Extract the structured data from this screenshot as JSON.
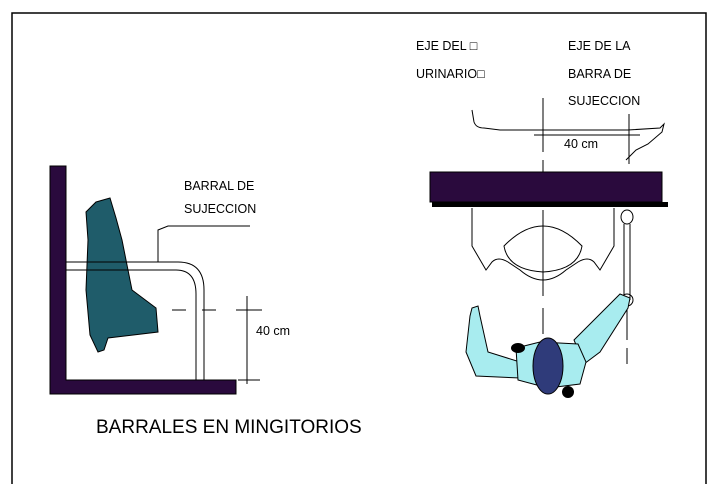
{
  "labels": {
    "barral_line1": "BARRAL DE",
    "barral_line2": "SUJECCION",
    "height_left": "40 cm",
    "eje_urinario_line1": "EJE DEL □",
    "eje_urinario_line2": "URINARIO□",
    "eje_barra_line1": "EJE DE LA",
    "eje_barra_line2": "BARRA DE",
    "eje_barra_line3": "SUJECCION",
    "distance_right": "40 cm",
    "title": "BARRALES EN MINGITORIOS"
  },
  "colors": {
    "wall": "#2a0a3d",
    "urinal_side": "#1f5c6a",
    "person_body": "#a8ecef",
    "person_head": "#2f3b7a",
    "lines": "#000000"
  }
}
